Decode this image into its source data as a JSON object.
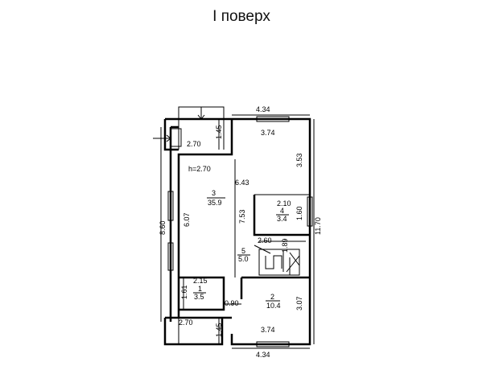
{
  "title": "I поверх",
  "dimensions": {
    "top_overall": "4.34",
    "top_inner": "3.74",
    "porch_top_width": "2.70",
    "porch_top_depth": "1.45",
    "right_upper": "3.53",
    "upper_span": "6.43",
    "room3_height_label": "h=2.70",
    "left_overall": "8.60",
    "left_inner": "6.07",
    "center_vertical": "7.53",
    "right_overall": "11.70",
    "room4_width": "2.10",
    "room4_height": "1.60",
    "stair_width": "2.60",
    "stair_depth": "1.89",
    "room1_width": "2.15",
    "room1_height": "1.61",
    "door_gap": "0.90",
    "room2_height": "3.07",
    "porch_bottom_width": "2.70",
    "porch_bottom_depth": "1.45",
    "bottom_inner": "3.74",
    "bottom_overall": "4.34"
  },
  "rooms": [
    {
      "number": "3",
      "area": "35.9"
    },
    {
      "number": "4",
      "area": "3.4"
    },
    {
      "number": "5",
      "area": "5.0"
    },
    {
      "number": "1",
      "area": "3.5"
    },
    {
      "number": "2",
      "area": "10.4"
    }
  ]
}
